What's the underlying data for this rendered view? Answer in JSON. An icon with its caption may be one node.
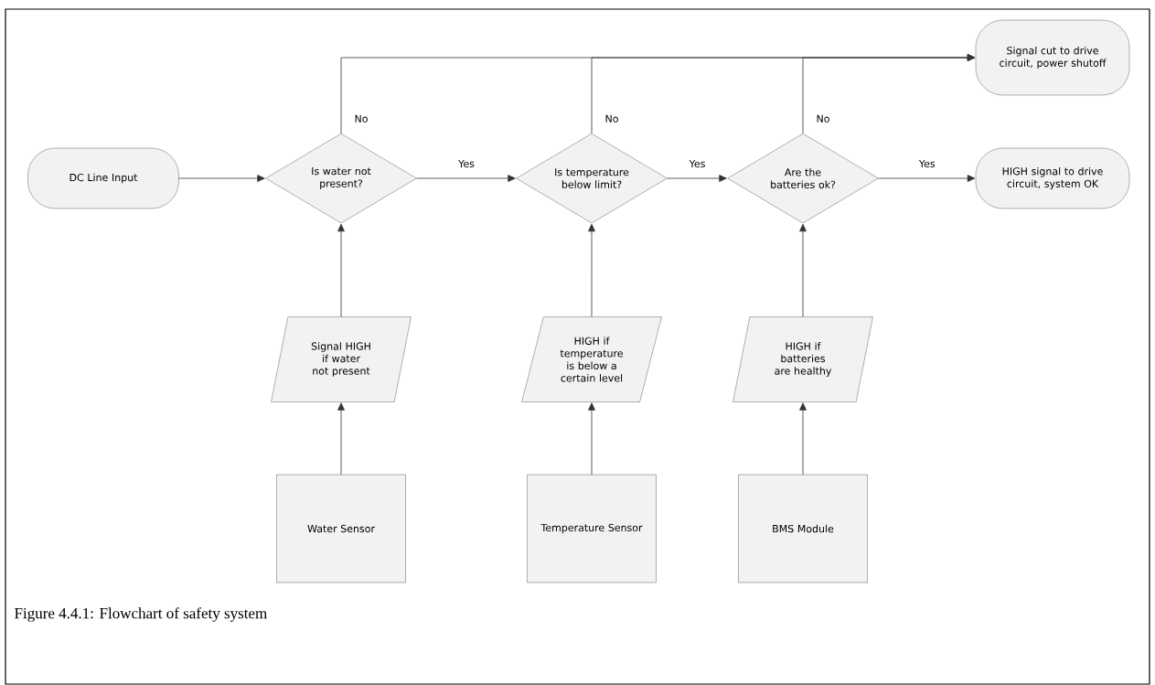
{
  "diagram": {
    "caption": "Figure 4.4.1: Flowchart of safety system",
    "nodes": [
      {
        "text": [
          "DC Line Input"
        ]
      },
      {
        "text": [
          "Is water not present?"
        ]
      },
      {
        "text": [
          "Is temperature below limit?"
        ]
      },
      {
        "text": [
          "Are the batteries ok?"
        ]
      },
      {
        "text": [
          "Signal cut to drive circuit, power shutoff"
        ]
      },
      {
        "text": [
          "HIGH signal to drive circuit, system OK"
        ]
      },
      {
        "text": [
          "Signal HIGH if water not present"
        ]
      },
      {
        "text": [
          "HIGH if temperature is below a certain level"
        ]
      },
      {
        "text": [
          "HIGH if batteries are healthy"
        ]
      },
      {
        "text": [
          "Water Sensor"
        ]
      },
      {
        "text": [
          "Temperature Sensor"
        ]
      },
      {
        "text": [
          "BMS Module"
        ]
      }
    ],
    "edges": [
      {
        "from": 0,
        "to": 1,
        "arrow": "to"
      },
      {
        "from": 1,
        "to": 2,
        "arrow": "to",
        "label": "Yes"
      },
      {
        "from": 2,
        "to": 3,
        "arrow": "to",
        "label": "Yes"
      },
      {
        "from": 3,
        "to": 5,
        "arrow": "to",
        "label": "Yes"
      },
      {
        "from": 1,
        "to": 4,
        "arrow": "to",
        "label": "No"
      },
      {
        "from": 2,
        "to": 4,
        "arrow": "to",
        "label": "No"
      },
      {
        "from": 3,
        "to": 4,
        "arrow": "to",
        "label": "No"
      },
      {
        "from": 6,
        "to": 1,
        "arrow": "to"
      },
      {
        "from": 7,
        "to": 2,
        "arrow": "to"
      },
      {
        "from": 8,
        "to": 3,
        "arrow": "to"
      },
      {
        "from": 9,
        "to": 6,
        "arrow": "to"
      },
      {
        "from": 10,
        "to": 7,
        "arrow": "to"
      },
      {
        "from": 11,
        "to": 8,
        "arrow": "to"
      }
    ]
  }
}
